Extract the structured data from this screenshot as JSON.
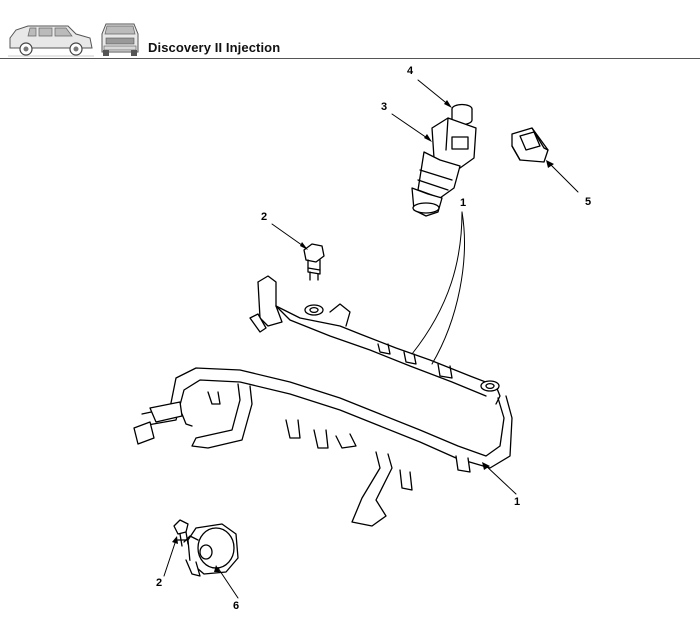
{
  "header": {
    "title": "Discovery II Injection",
    "logo_side_icon": "land-rover-discovery-side-icon",
    "logo_front_icon": "land-rover-discovery-front-icon"
  },
  "callouts": {
    "c1_rail": "1",
    "c1_lower": "1",
    "c2_bolt": "2",
    "c2_regulator_screw": "2",
    "c3": "3",
    "c4": "4",
    "c5": "5",
    "c6": "6"
  }
}
